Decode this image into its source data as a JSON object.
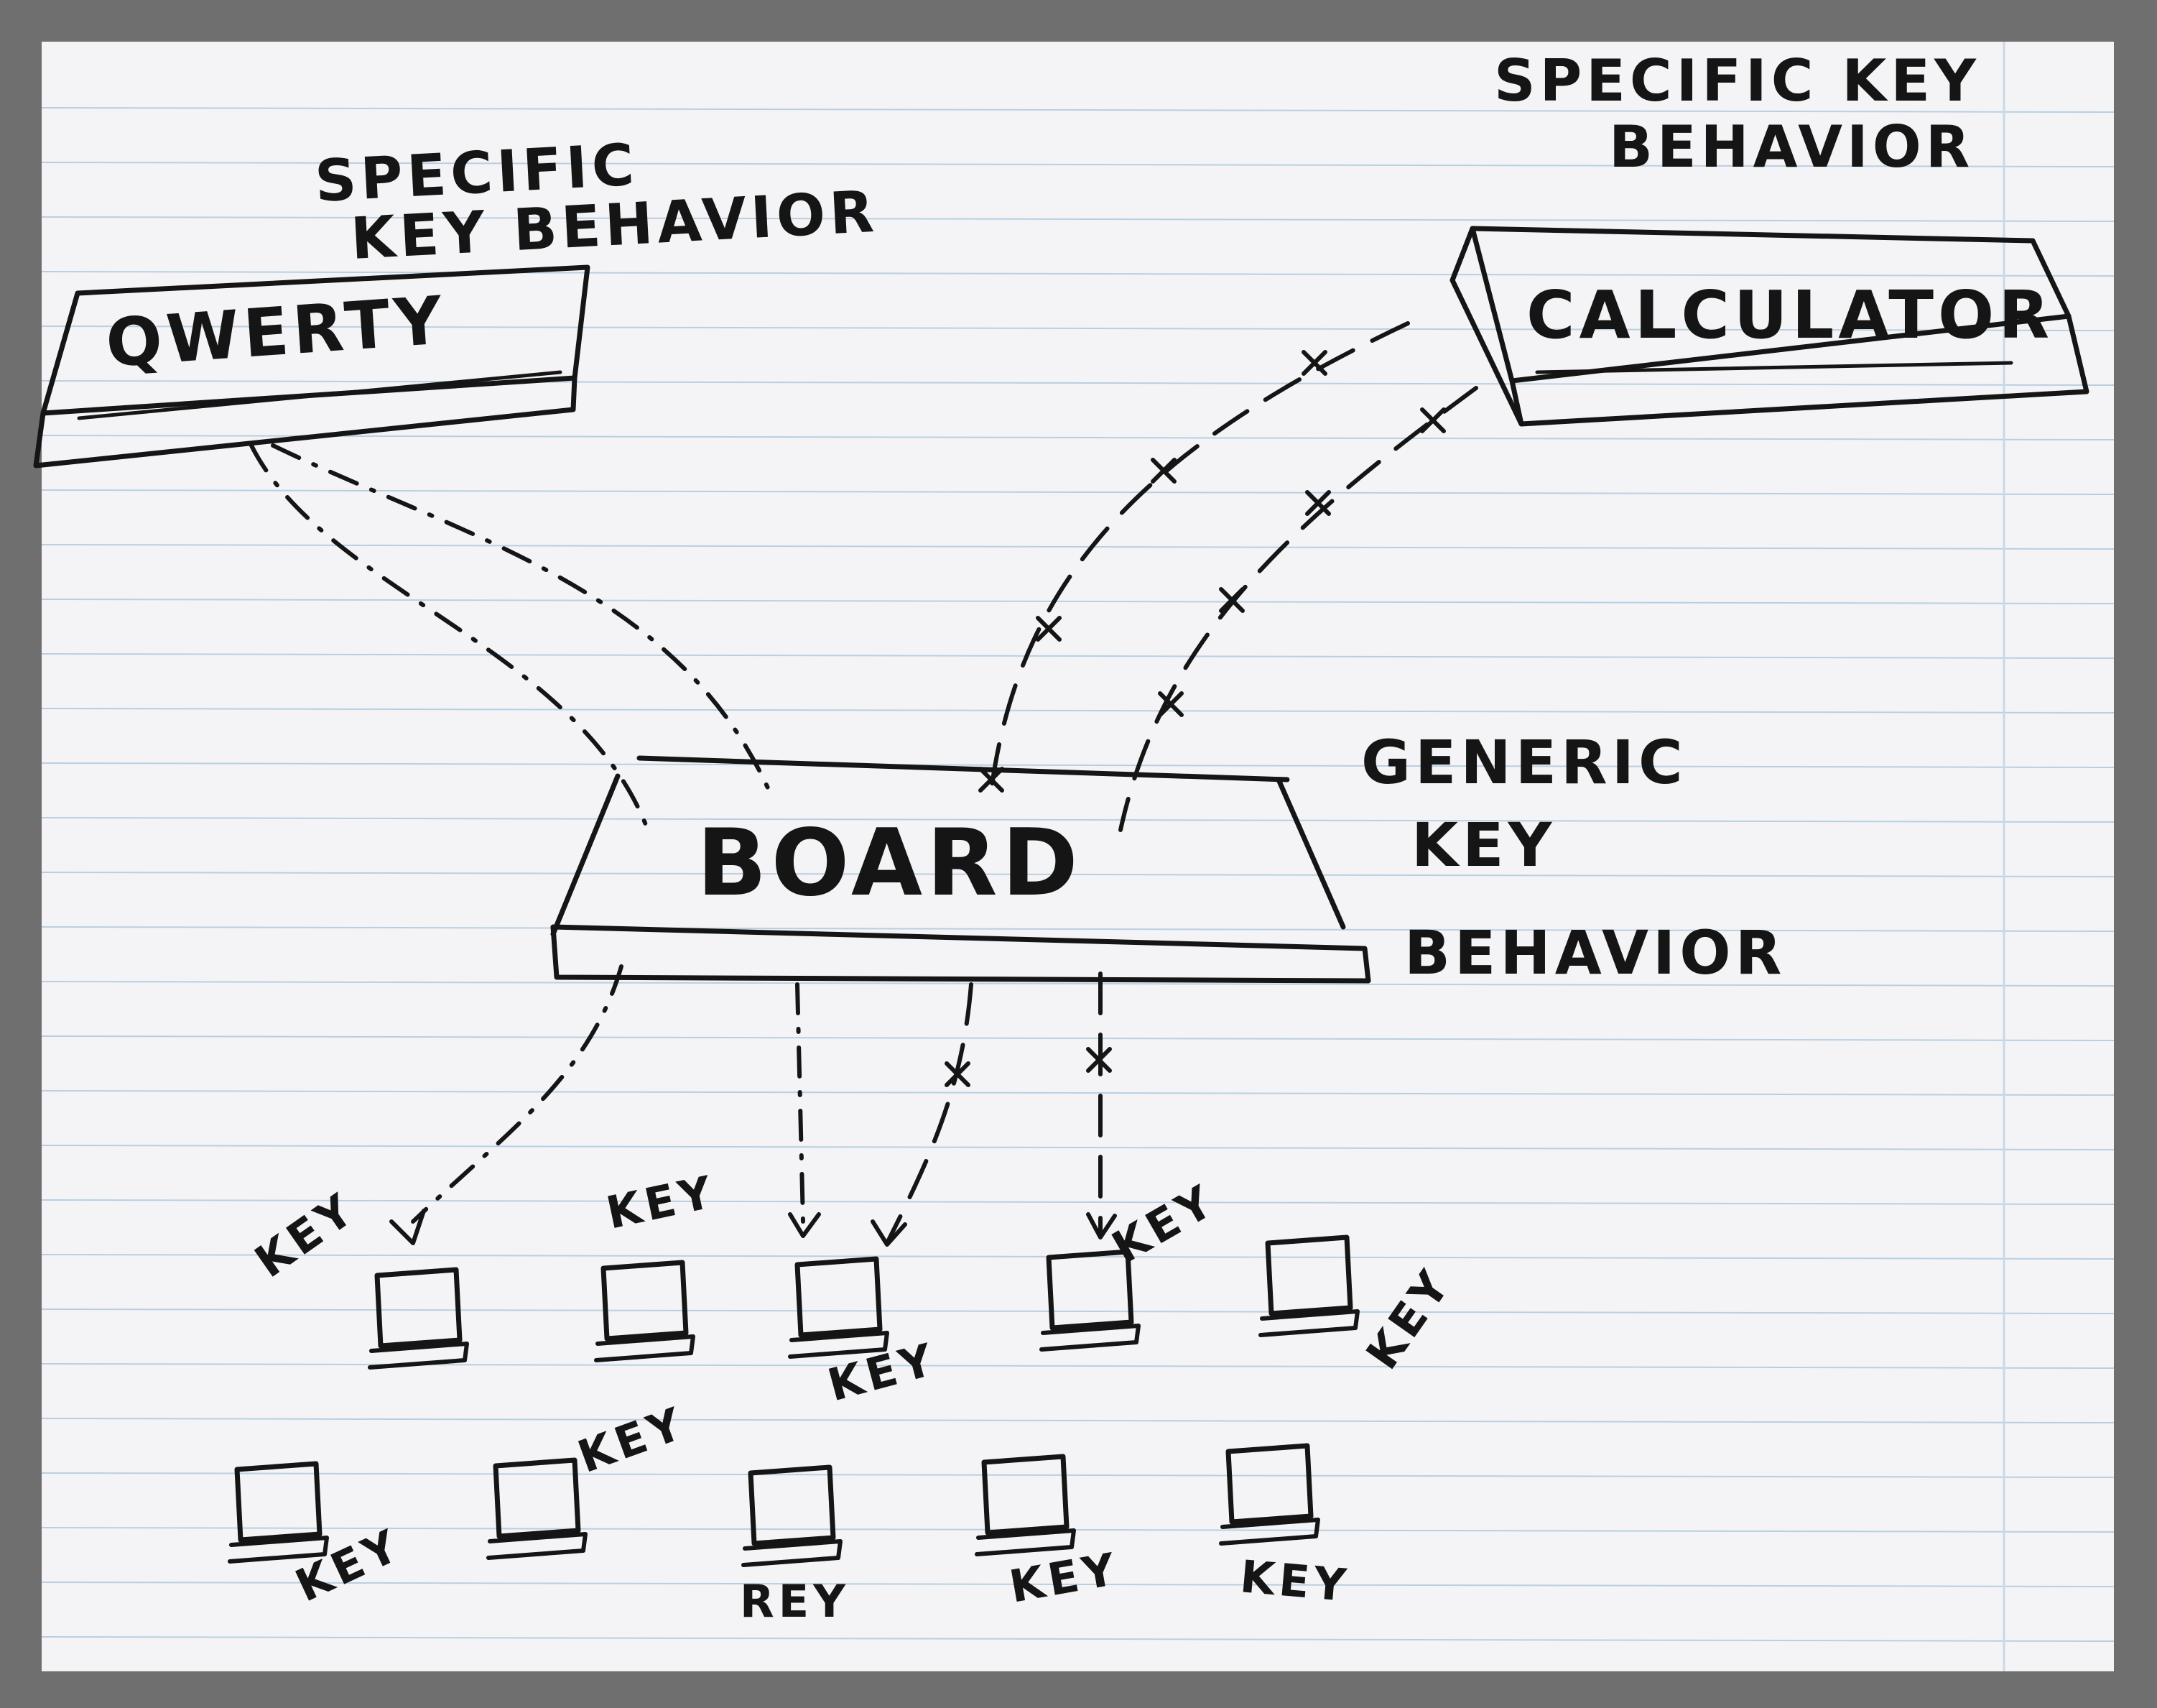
{
  "labels": {
    "qwerty_box": "QWERTY",
    "qwerty_note_line1": "SPECIFIC",
    "qwerty_note_line2": "KEY  BEHAVIOR",
    "calculator_box": "CALCULATOR",
    "calculator_note_line1": "SPECIFIC  KEY",
    "calculator_note_line2": "BEHAVIOR",
    "board_box": "BOARD",
    "board_note_line1": "GENERIC",
    "board_note_line2": "KEY",
    "board_note_line3": "BEHAVIOR"
  },
  "keys": [
    "KEY",
    "KEY",
    "KEY",
    "KEY",
    "KEY",
    "KEY",
    "KEY",
    "REY",
    "KEY",
    "KEY"
  ],
  "connector_styles": {
    "qwerty_links": "dash-dot",
    "calculator_links": "cross-marked"
  },
  "colors": {
    "paper": "#f4f4f7",
    "ink": "#151515",
    "rule_lines": "#b9cfe0",
    "frame": "#6f6f6f"
  }
}
